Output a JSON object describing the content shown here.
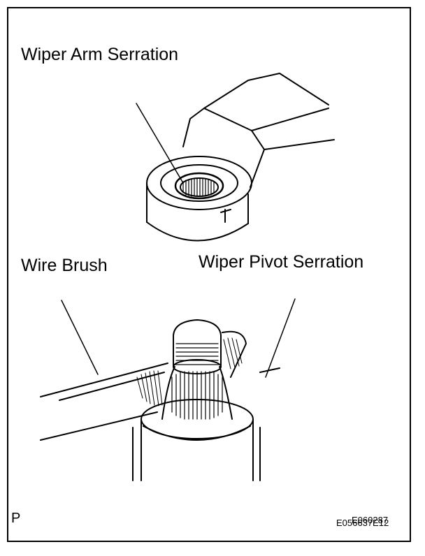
{
  "labels": {
    "wiper_arm_serration": "Wiper Arm Serration",
    "wire_brush": "Wire Brush",
    "wiper_pivot_serration": "Wiper Pivot Serration",
    "corner_mark": "P",
    "figure_code": "E056637E12",
    "figure_code_overprint": "E060287"
  },
  "colors": {
    "line": "#000000",
    "background": "#ffffff"
  }
}
